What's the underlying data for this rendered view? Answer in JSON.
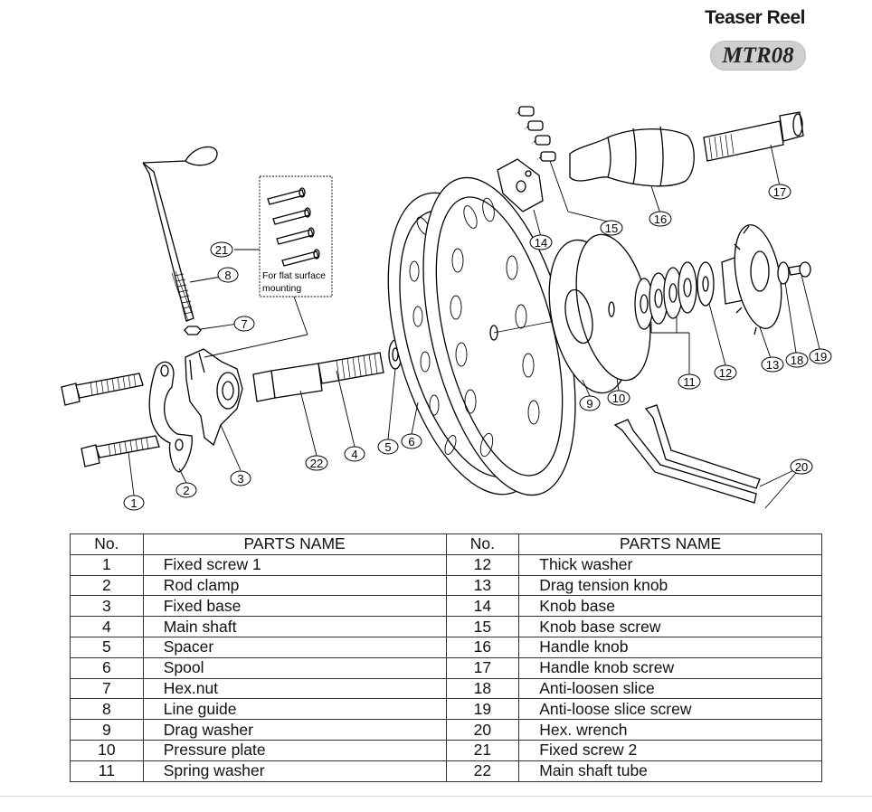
{
  "header": {
    "title": "Teaser Reel",
    "model": "MTR08"
  },
  "diagram": {
    "note_line1": "For flat surface",
    "note_line2": "mounting",
    "callouts": [
      "1",
      "2",
      "3",
      "4",
      "5",
      "6",
      "7",
      "8",
      "9",
      "10",
      "11",
      "12",
      "13",
      "14",
      "15",
      "16",
      "17",
      "18",
      "19",
      "20",
      "21",
      "22"
    ]
  },
  "table": {
    "headers": [
      "No.",
      "PARTS NAME",
      "No.",
      "PARTS NAME"
    ],
    "rows": [
      {
        "no_a": "1",
        "name_a": "Fixed screw 1",
        "no_b": "12",
        "name_b": "Thick washer"
      },
      {
        "no_a": "2",
        "name_a": "Rod clamp",
        "no_b": "13",
        "name_b": "Drag tension knob"
      },
      {
        "no_a": "3",
        "name_a": "Fixed base",
        "no_b": "14",
        "name_b": "Knob base"
      },
      {
        "no_a": "4",
        "name_a": "Main shaft",
        "no_b": "15",
        "name_b": "Knob base screw"
      },
      {
        "no_a": "5",
        "name_a": "Spacer",
        "no_b": "16",
        "name_b": "Handle knob"
      },
      {
        "no_a": "6",
        "name_a": "Spool",
        "no_b": "17",
        "name_b": "Handle knob screw"
      },
      {
        "no_a": "7",
        "name_a": "Hex.nut",
        "no_b": "18",
        "name_b": "Anti-loosen slice"
      },
      {
        "no_a": "8",
        "name_a": "Line guide",
        "no_b": "19",
        "name_b": "Anti-loose slice screw"
      },
      {
        "no_a": "9",
        "name_a": "Drag washer",
        "no_b": "20",
        "name_b": "Hex. wrench"
      },
      {
        "no_a": "10",
        "name_a": "Pressure plate",
        "no_b": "21",
        "name_b": "Fixed screw 2"
      },
      {
        "no_a": "11",
        "name_a": "Spring washer",
        "no_b": "22",
        "name_b": "Main shaft tube"
      }
    ]
  }
}
